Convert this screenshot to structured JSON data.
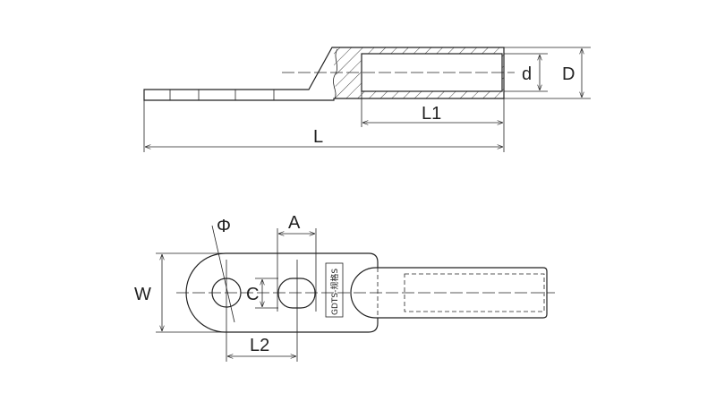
{
  "side_view": {
    "labels": {
      "d": "d",
      "D": "D",
      "L1": "L1",
      "L": "L"
    }
  },
  "top_view": {
    "labels": {
      "phi": "Φ",
      "A": "A",
      "C": "C",
      "W": "W",
      "L2": "L2"
    },
    "stamp": "GDTS-规格S"
  },
  "colors": {
    "line": "#222222",
    "background": "#ffffff"
  }
}
